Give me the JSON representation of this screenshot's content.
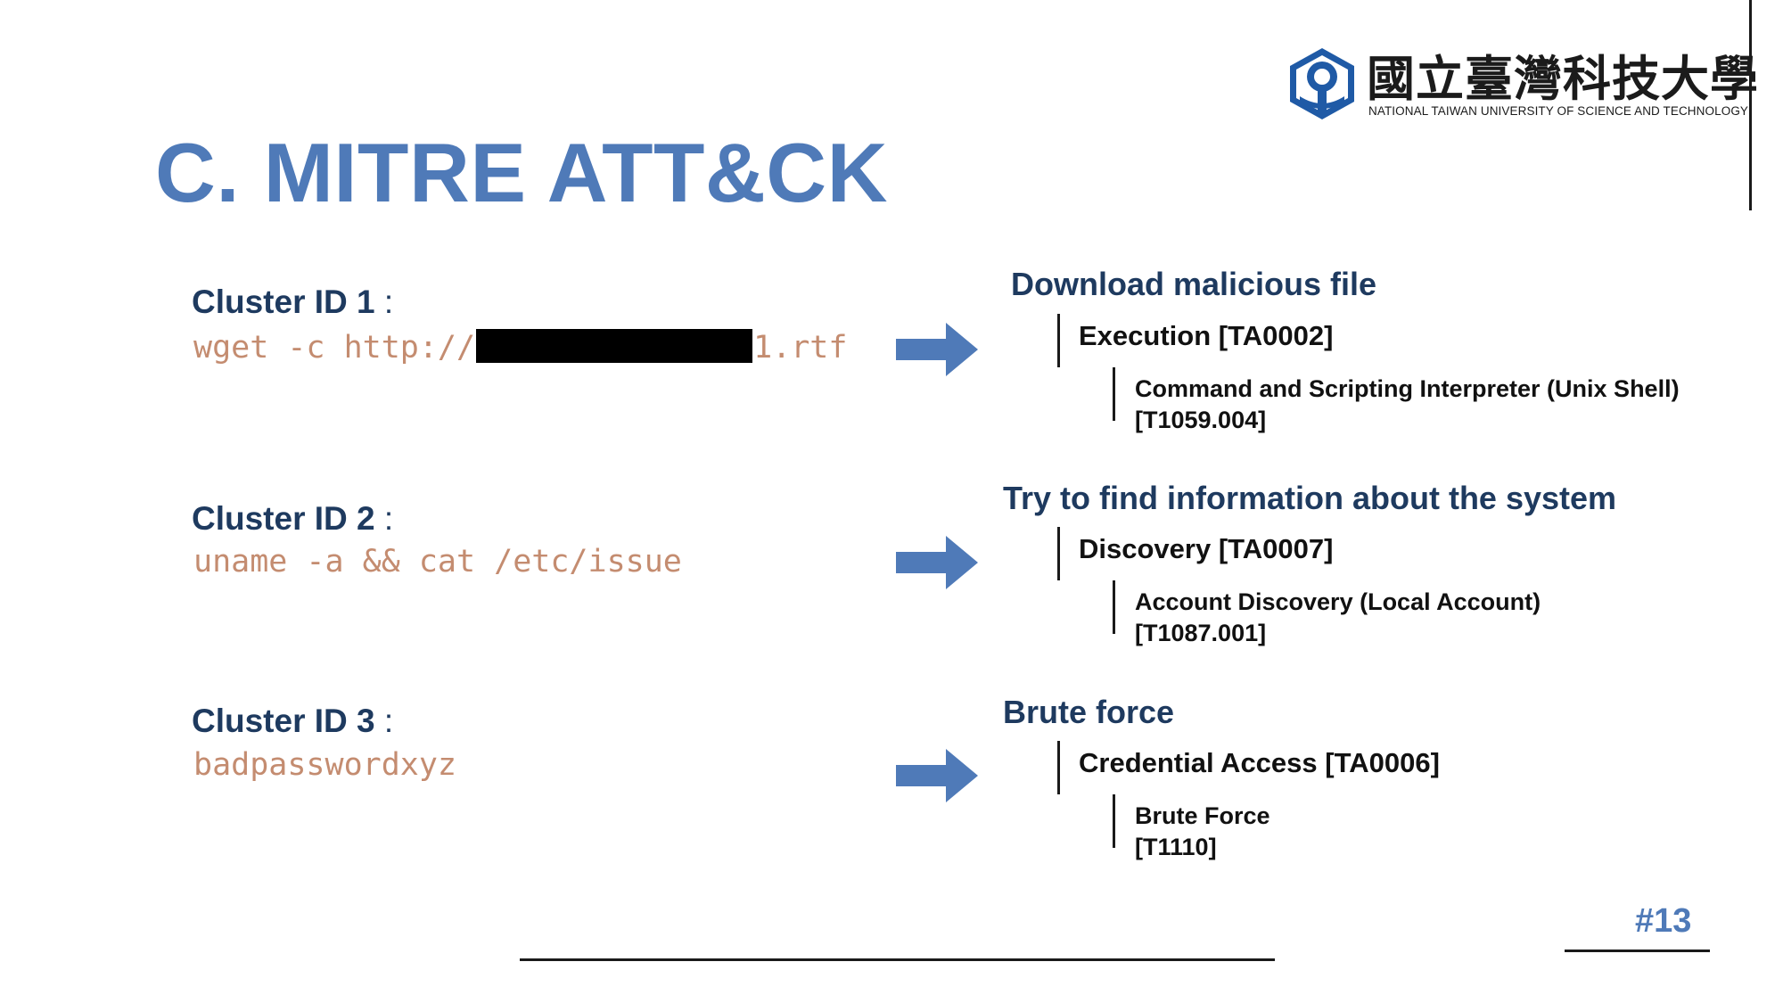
{
  "logo": {
    "name_cn": "國立臺灣科技大學",
    "name_en": "NATIONAL TAIWAN UNIVERSITY OF SCIENCE AND TECHNOLOGY",
    "icon": "university-emblem-icon",
    "color": "#1f5aa6"
  },
  "title": "C. MITRE ATT&CK",
  "clusters": [
    {
      "label": "Cluster ID 1",
      "colon": ":",
      "cmd_prefix": "wget -c http://",
      "cmd_suffix": "1.rtf",
      "goal": "Download malicious file",
      "tactic": "Execution [TA0002]",
      "technique_line1": "Command and Scripting Interpreter (Unix Shell)",
      "technique_line2": "[T1059.004]"
    },
    {
      "label": "Cluster ID 2",
      "colon": ":",
      "cmd": "uname -a && cat /etc/issue",
      "goal": "Try to find information about the system",
      "tactic": "Discovery [TA0007]",
      "technique_line1": "Account Discovery (Local Account)",
      "technique_line2": "[T1087.001]"
    },
    {
      "label": "Cluster ID 3",
      "colon": ":",
      "cmd": "badpasswordxyz",
      "goal": "Brute force",
      "tactic": "Credential Access [TA0006]",
      "technique_line1": "Brute Force",
      "technique_line2": "[T1110]"
    }
  ],
  "arrow_icon": "right-arrow-icon",
  "page_number": "#13",
  "colors": {
    "title": "#4f7ab8",
    "heading": "#1e3a5f",
    "command": "#c48c70",
    "arrow": "#4f7ab8"
  }
}
